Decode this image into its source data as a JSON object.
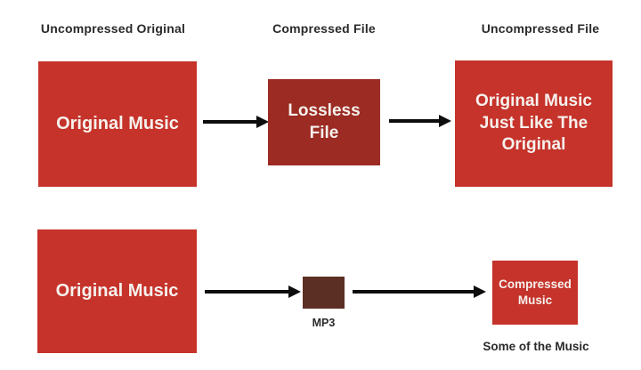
{
  "colors": {
    "background": "#ffffff",
    "box_red": "#c5332b",
    "box_dark_red": "#9b2b23",
    "box_brown": "#5c2f25",
    "box_text": "#f6f1ed",
    "heading_text": "#2b2a2a",
    "arrow": "#0d0d0d"
  },
  "headings": {
    "col1": "Uncompressed Original",
    "col2": "Compressed File",
    "col3": "Uncompressed File"
  },
  "lossless_flow": {
    "source_box": "Original Music",
    "compressed_box": "Lossless File",
    "output_box": "Original Music Just Like The Original"
  },
  "lossy_flow": {
    "source_box": "Original Music",
    "compressed_box_label": "MP3",
    "output_box": "Compressed Music",
    "output_caption": "Some of the Music"
  }
}
